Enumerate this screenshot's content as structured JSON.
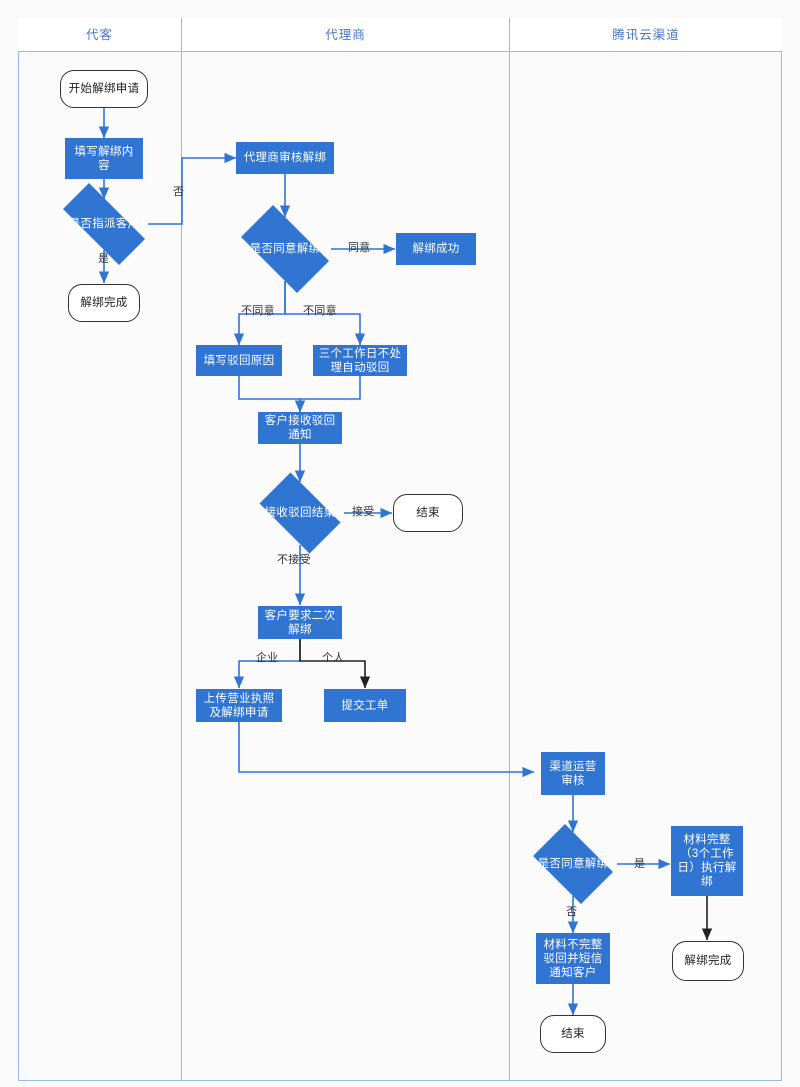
{
  "diagram": {
    "title_hidden": "",
    "colors": {
      "process_fill": "#2f75d1",
      "lane_border": "#9bb9e3",
      "lane_title": "#4a79c4",
      "terminator_border": "#333333",
      "wire_blue": "#2f75d1",
      "wire_dark": "#222222",
      "canvas": "#fafafa"
    },
    "lanes": [
      {
        "id": "lane-customer",
        "label": "代客"
      },
      {
        "id": "lane-agent",
        "label": "代理商"
      },
      {
        "id": "lane-channel",
        "label": "腾讯云渠道"
      }
    ],
    "nodes": [
      {
        "id": "start-apply",
        "label": "开始解绑申请",
        "type": "terminator",
        "lane": "代客"
      },
      {
        "id": "fill-unbind",
        "label": "填写解绑内容",
        "type": "process",
        "lane": "代客"
      },
      {
        "id": "assign-customer",
        "label": "是否指派客户",
        "type": "decision",
        "lane": "代客"
      },
      {
        "id": "unbind-done-left",
        "label": "解绑完成",
        "type": "terminator",
        "lane": "代客"
      },
      {
        "id": "agent-review",
        "label": "代理商审核解绑",
        "type": "process",
        "lane": "代理商"
      },
      {
        "id": "agree-unbind",
        "label": "是否同意解绑",
        "type": "decision",
        "lane": "代理商"
      },
      {
        "id": "unbind-success",
        "label": "解绑成功",
        "type": "process",
        "lane": "代理商"
      },
      {
        "id": "fill-reject",
        "label": "填写驳回原因",
        "type": "process",
        "lane": "代理商"
      },
      {
        "id": "auto-reject",
        "label": "三个工作日不处理自动驳回",
        "type": "process",
        "lane": "代理商"
      },
      {
        "id": "customer-notified",
        "label": "客户接收驳回通知",
        "type": "process",
        "lane": "代理商"
      },
      {
        "id": "reject-result",
        "label": "接收驳回结果",
        "type": "decision",
        "lane": "代理商"
      },
      {
        "id": "end-accept",
        "label": "结束",
        "type": "terminator",
        "lane": "代理商"
      },
      {
        "id": "second-unbind",
        "label": "客户要求二次解绑",
        "type": "process",
        "lane": "代理商"
      },
      {
        "id": "upload-license",
        "label": "上传营业执照及解绑申请",
        "type": "process",
        "lane": "代理商"
      },
      {
        "id": "submit-ticket",
        "label": "提交工单",
        "type": "process",
        "lane": "代理商"
      },
      {
        "id": "channel-review",
        "label": "渠道运营审核",
        "type": "process",
        "lane": "腾讯云渠道"
      },
      {
        "id": "channel-agree",
        "label": "是否同意解绑",
        "type": "decision",
        "lane": "腾讯云渠道"
      },
      {
        "id": "material-complete",
        "label": "材料完整（3个工作日）执行解绑",
        "type": "process",
        "lane": "腾讯云渠道"
      },
      {
        "id": "material-incomplete",
        "label": "材料不完整驳回并短信通知客户",
        "type": "process",
        "lane": "腾讯云渠道"
      },
      {
        "id": "unbind-done-right",
        "label": "解绑完成",
        "type": "terminator",
        "lane": "腾讯云渠道"
      },
      {
        "id": "end-right",
        "label": "结束",
        "type": "terminator",
        "lane": "腾讯云渠道"
      }
    ],
    "edge_labels": [
      {
        "id": "lbl-no",
        "text": "否"
      },
      {
        "id": "lbl-yes",
        "text": "是"
      },
      {
        "id": "lbl-agree",
        "text": "同意"
      },
      {
        "id": "lbl-disagree-1",
        "text": "不同意"
      },
      {
        "id": "lbl-disagree-2",
        "text": "不同意"
      },
      {
        "id": "lbl-accept",
        "text": "接受"
      },
      {
        "id": "lbl-not-accept",
        "text": "不接受"
      },
      {
        "id": "lbl-enterprise",
        "text": "企业"
      },
      {
        "id": "lbl-personal",
        "text": "个人"
      },
      {
        "id": "lbl-yes-right",
        "text": "是"
      },
      {
        "id": "lbl-no-right",
        "text": "否"
      }
    ]
  }
}
